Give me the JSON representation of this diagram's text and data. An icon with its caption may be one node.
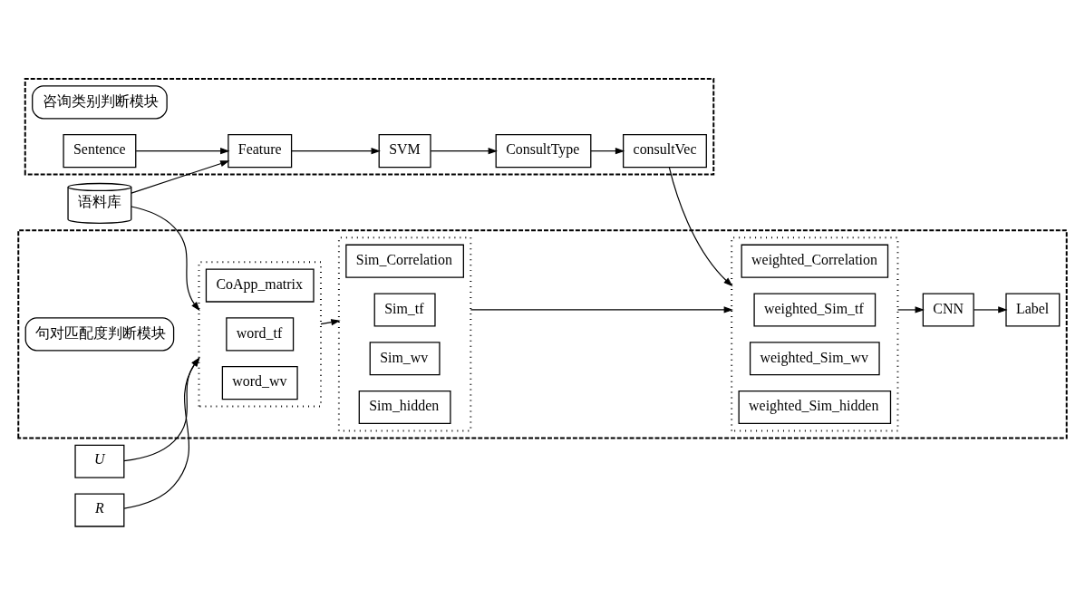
{
  "diagram": {
    "nodes": [
      {
        "text": [
          "语料库"
        ]
      },
      {
        "text": [],
        "shape": "box"
      },
      {
        "text": [
          "咨询类别判断模块"
        ],
        "in": 1
      },
      {
        "text": [
          "Sentence"
        ],
        "in": 1
      },
      {
        "text": [
          "Feature"
        ],
        "in": 1
      },
      {
        "text": [
          "SVM"
        ],
        "in": 1
      },
      {
        "text": [
          "ConsultType"
        ],
        "in": 1
      },
      {
        "text": [
          "consultVec"
        ],
        "in": 1
      },
      {
        "text": [
          "U"
        ]
      },
      {
        "text": [
          "R"
        ]
      },
      {
        "text": [],
        "shape": "box"
      },
      {
        "text": [
          "句对匹配度判断模块"
        ],
        "in": 10
      },
      {
        "text": [],
        "shape": "box",
        "in": 10
      },
      {
        "text": [
          "word_wv"
        ],
        "in": 12
      },
      {
        "text": [
          "word_tf"
        ],
        "in": 12
      },
      {
        "text": [
          "CoApp_matrix"
        ],
        "in": 12
      },
      {
        "text": [],
        "shape": "box",
        "in": 10
      },
      {
        "text": [
          "Sim_hidden"
        ],
        "in": 16
      },
      {
        "text": [
          "Sim_wv"
        ],
        "in": 16
      },
      {
        "text": [
          "Sim_tf"
        ],
        "in": 16
      },
      {
        "text": [
          "Sim_Correlation"
        ],
        "in": 16
      },
      {
        "text": [],
        "shape": "box",
        "in": 10
      },
      {
        "text": [
          "weighted_Sim_hidden"
        ],
        "in": 21
      },
      {
        "text": [
          "weighted_Sim_wv"
        ],
        "in": 21
      },
      {
        "text": [
          "weighted_Sim_tf"
        ],
        "in": 21
      },
      {
        "text": [
          "weighted_Correlation"
        ],
        "in": 21
      },
      {
        "text": [
          "CNN"
        ],
        "in": 10
      },
      {
        "text": [
          "Label"
        ],
        "in": 10
      }
    ],
    "edges": [
      {
        "from": 3,
        "to": 4,
        "arrow": "to"
      },
      {
        "from": 0,
        "to": 4,
        "arrow": "to"
      },
      {
        "from": 4,
        "to": 5,
        "arrow": "to"
      },
      {
        "from": 5,
        "to": 6,
        "arrow": "to"
      },
      {
        "from": 6,
        "to": 7,
        "arrow": "to"
      },
      {
        "from": 0,
        "to": 12,
        "arrow": "to"
      },
      {
        "from": 8,
        "to": 12,
        "arrow": "to"
      },
      {
        "from": 9,
        "to": 12,
        "arrow": "to"
      },
      {
        "from": 12,
        "to": 16,
        "arrow": "to"
      },
      {
        "from": 16,
        "to": 21,
        "arrow": "to"
      },
      {
        "from": 7,
        "to": 21,
        "arrow": "to"
      },
      {
        "from": 21,
        "to": 26,
        "arrow": "to"
      },
      {
        "from": 26,
        "to": 27,
        "arrow": "to"
      }
    ]
  }
}
